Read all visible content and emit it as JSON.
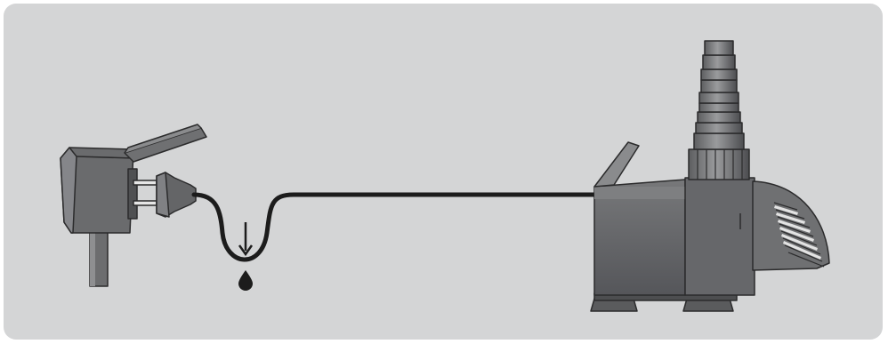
{
  "diagram": {
    "description_free": true,
    "colors": {
      "background": "#d4d5d6",
      "body_dark": "#5c5d5f",
      "body_mid": "#6f7072",
      "body_light": "#8a8b8d",
      "outline": "#2b2b2c",
      "cable": "#1c1c1c",
      "pins": "#e6e6e6"
    },
    "parts": [
      {
        "name": "outdoor-socket",
        "icon": "socket-icon"
      },
      {
        "name": "power-plug",
        "icon": "plug-icon"
      },
      {
        "name": "drip-loop",
        "icon": "drip-loop-icon"
      },
      {
        "name": "water-drop",
        "icon": "drop-icon"
      },
      {
        "name": "down-arrow",
        "icon": "arrow-down-icon"
      },
      {
        "name": "power-cable",
        "icon": "cable-icon"
      },
      {
        "name": "pond-pump",
        "icon": "pump-icon"
      }
    ]
  }
}
